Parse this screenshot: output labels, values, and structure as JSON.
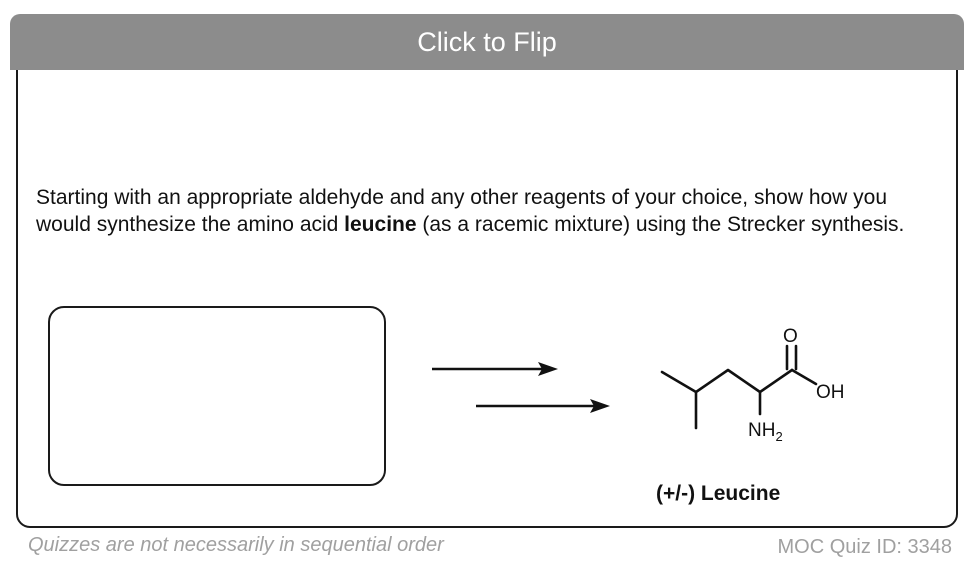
{
  "flip": {
    "label": "Click to Flip"
  },
  "question": {
    "text_before": "Starting with an appropriate aldehyde and any other reagents of your choice, show how you would synthesize the amino acid ",
    "bold": "leucine",
    "text_after": "  (as a racemic mixture) using the Strecker synthesis."
  },
  "molecule": {
    "atom_o": "O",
    "atom_oh": "OH",
    "atom_nh": "NH",
    "atom_sub": "2",
    "caption": "(+/-) Leucine"
  },
  "footer": {
    "left": "Quizzes are not necessarily in sequential order",
    "right": "MOC Quiz ID: 3348"
  },
  "colors": {
    "flip_bar": "#8c8c8c",
    "footer_text": "#a0a0a0"
  }
}
